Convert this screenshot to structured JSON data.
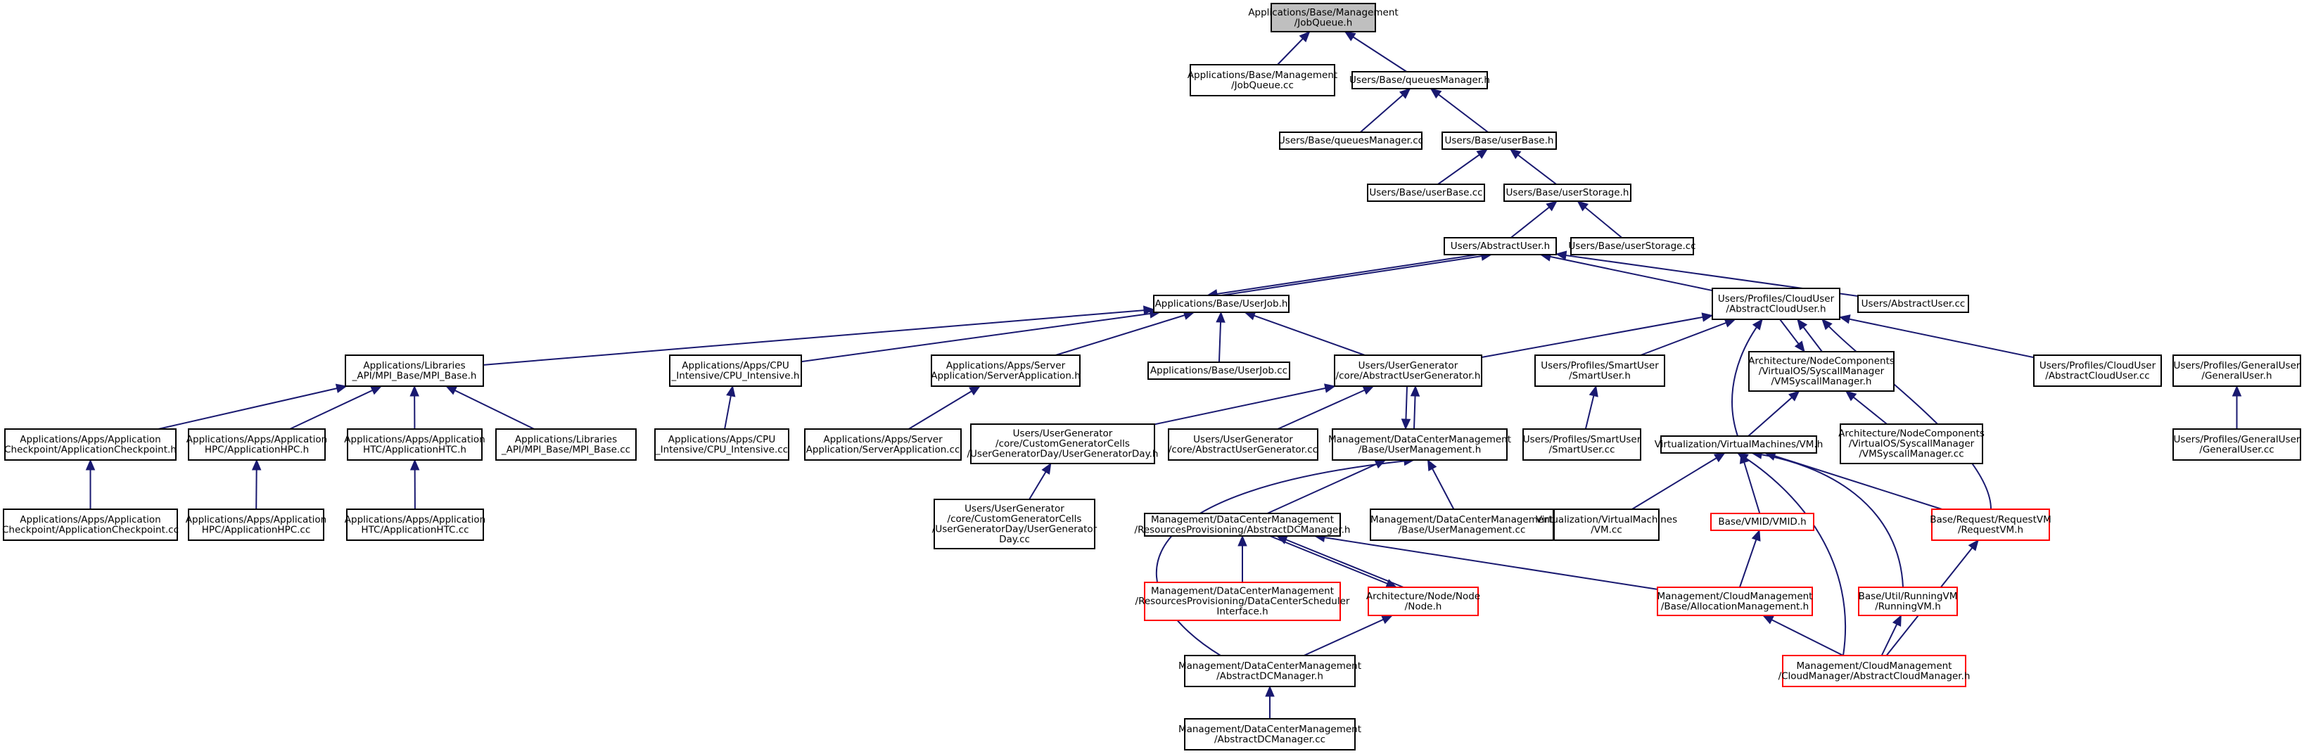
{
  "title": "",
  "nodes": [
    {
      "id": "n0",
      "lines": [
        "Applications/Base/Management",
        "/JobQueue.h"
      ],
      "style": "root"
    },
    {
      "id": "n1",
      "lines": [
        "Applications/Base/Management",
        "/JobQueue.cc"
      ],
      "style": "normal"
    },
    {
      "id": "n2",
      "lines": [
        "Users/Base/queuesManager.h"
      ],
      "style": "normal"
    },
    {
      "id": "n3",
      "lines": [
        "Users/Base/queuesManager.cc"
      ],
      "style": "normal"
    },
    {
      "id": "n4",
      "lines": [
        "Users/Base/userBase.h"
      ],
      "style": "normal"
    },
    {
      "id": "n5",
      "lines": [
        "Users/Base/userBase.cc"
      ],
      "style": "normal"
    },
    {
      "id": "n6",
      "lines": [
        "Users/Base/userStorage.h"
      ],
      "style": "normal"
    },
    {
      "id": "n7",
      "lines": [
        "Users/AbstractUser.h"
      ],
      "style": "normal"
    },
    {
      "id": "n8",
      "lines": [
        "Users/Base/userStorage.cc"
      ],
      "style": "normal"
    },
    {
      "id": "n9",
      "lines": [
        "Applications/Base/UserJob.h"
      ],
      "style": "normal"
    },
    {
      "id": "n10",
      "lines": [
        "Users/Profiles/CloudUser",
        "/AbstractCloudUser.h"
      ],
      "style": "normal"
    },
    {
      "id": "n11",
      "lines": [
        "Users/AbstractUser.cc"
      ],
      "style": "normal"
    },
    {
      "id": "n12",
      "lines": [
        "Applications/Libraries",
        "_API/MPI_Base/MPI_Base.h"
      ],
      "style": "normal"
    },
    {
      "id": "n13",
      "lines": [
        "Applications/Apps/CPU",
        "_Intensive/CPU_Intensive.h"
      ],
      "style": "normal"
    },
    {
      "id": "n14",
      "lines": [
        "Applications/Apps/Server",
        "Application/ServerApplication.h"
      ],
      "style": "normal"
    },
    {
      "id": "n15",
      "lines": [
        "Applications/Base/UserJob.cc"
      ],
      "style": "normal"
    },
    {
      "id": "n16",
      "lines": [
        "Users/UserGenerator",
        "/core/AbstractUserGenerator.h"
      ],
      "style": "normal"
    },
    {
      "id": "n17",
      "lines": [
        "Users/Profiles/SmartUser",
        "/SmartUser.h"
      ],
      "style": "normal"
    },
    {
      "id": "n18",
      "lines": [
        "Architecture/NodeComponents",
        "/VirtualOS/SyscallManager",
        "/VMSyscallManager.h"
      ],
      "style": "normal"
    },
    {
      "id": "n19",
      "lines": [
        "Users/Profiles/CloudUser",
        "/AbstractCloudUser.cc"
      ],
      "style": "normal"
    },
    {
      "id": "n20",
      "lines": [
        "Users/Profiles/GeneralUser",
        "/GeneralUser.h"
      ],
      "style": "normal"
    },
    {
      "id": "n21",
      "lines": [
        "Applications/Apps/Application",
        "Checkpoint/ApplicationCheckpoint.h"
      ],
      "style": "normal"
    },
    {
      "id": "n22",
      "lines": [
        "Applications/Apps/Application",
        "HPC/ApplicationHPC.h"
      ],
      "style": "normal"
    },
    {
      "id": "n23",
      "lines": [
        "Applications/Apps/Application",
        "HTC/ApplicationHTC.h"
      ],
      "style": "normal"
    },
    {
      "id": "n24",
      "lines": [
        "Applications/Libraries",
        "_API/MPI_Base/MPI_Base.cc"
      ],
      "style": "normal"
    },
    {
      "id": "n25",
      "lines": [
        "Applications/Apps/CPU",
        "_Intensive/CPU_Intensive.cc"
      ],
      "style": "normal"
    },
    {
      "id": "n26",
      "lines": [
        "Applications/Apps/Server",
        "Application/ServerApplication.cc"
      ],
      "style": "normal"
    },
    {
      "id": "n27",
      "lines": [
        "Users/UserGenerator",
        "/core/CustomGeneratorCells",
        "/UserGeneratorDay/UserGeneratorDay.h"
      ],
      "style": "normal"
    },
    {
      "id": "n28",
      "lines": [
        "Users/UserGenerator",
        "/core/AbstractUserGenerator.cc"
      ],
      "style": "normal"
    },
    {
      "id": "n29",
      "lines": [
        "Management/DataCenterManagement",
        "/Base/UserManagement.h"
      ],
      "style": "normal"
    },
    {
      "id": "n30",
      "lines": [
        "Users/Profiles/SmartUser",
        "/SmartUser.cc"
      ],
      "style": "normal"
    },
    {
      "id": "n31",
      "lines": [
        "Virtualization/VirtualMachines/VM.h"
      ],
      "style": "normal"
    },
    {
      "id": "n32",
      "lines": [
        "Architecture/NodeComponents",
        "/VirtualOS/SyscallManager",
        "/VMSyscallManager.cc"
      ],
      "style": "normal"
    },
    {
      "id": "n33",
      "lines": [
        "Users/Profiles/GeneralUser",
        "/GeneralUser.cc"
      ],
      "style": "normal"
    },
    {
      "id": "n34",
      "lines": [
        "Applications/Apps/Application",
        "Checkpoint/ApplicationCheckpoint.cc"
      ],
      "style": "normal"
    },
    {
      "id": "n35",
      "lines": [
        "Applications/Apps/Application",
        "HPC/ApplicationHPC.cc"
      ],
      "style": "normal"
    },
    {
      "id": "n36",
      "lines": [
        "Applications/Apps/Application",
        "HTC/ApplicationHTC.cc"
      ],
      "style": "normal"
    },
    {
      "id": "n37",
      "lines": [
        "Users/UserGenerator",
        "/core/CustomGeneratorCells",
        "/UserGeneratorDay/UserGenerator",
        "Day.cc"
      ],
      "style": "normal"
    },
    {
      "id": "n38",
      "lines": [
        "Management/DataCenterManagement",
        "/ResourcesProvisioning/AbstractDCManager.h"
      ],
      "style": "normal"
    },
    {
      "id": "n39",
      "lines": [
        "Management/DataCenterManagement",
        "/Base/UserManagement.cc"
      ],
      "style": "normal"
    },
    {
      "id": "n40",
      "lines": [
        "Virtualization/VirtualMachines",
        "/VM.cc"
      ],
      "style": "normal"
    },
    {
      "id": "n41",
      "lines": [
        "Base/VMID/VMID.h"
      ],
      "style": "red"
    },
    {
      "id": "n42",
      "lines": [
        "Base/Request/RequestVM",
        "/RequestVM.h"
      ],
      "style": "red"
    },
    {
      "id": "n43",
      "lines": [
        "Management/DataCenterManagement",
        "/ResourcesProvisioning/DataCenterScheduler",
        "Interface.h"
      ],
      "style": "red"
    },
    {
      "id": "n44",
      "lines": [
        "Architecture/Node/Node",
        "/Node.h"
      ],
      "style": "red"
    },
    {
      "id": "n45",
      "lines": [
        "Management/CloudManagement",
        "/Base/AllocationManagement.h"
      ],
      "style": "red"
    },
    {
      "id": "n46",
      "lines": [
        "Base/Util/RunningVM",
        "/RunningVM.h"
      ],
      "style": "red"
    },
    {
      "id": "n47",
      "lines": [
        "Management/DataCenterManagement",
        "/AbstractDCManager.h"
      ],
      "style": "normal"
    },
    {
      "id": "n48",
      "lines": [
        "Management/CloudManagement",
        "/CloudManager/AbstractCloudManager.h"
      ],
      "style": "red"
    },
    {
      "id": "n49",
      "lines": [
        "Management/DataCenterManagement",
        "/AbstractDCManager.cc"
      ],
      "style": "normal"
    }
  ],
  "edges": [
    [
      "n1",
      "n0"
    ],
    [
      "n2",
      "n0"
    ],
    [
      "n3",
      "n2"
    ],
    [
      "n4",
      "n2"
    ],
    [
      "n5",
      "n4"
    ],
    [
      "n6",
      "n4"
    ],
    [
      "n7",
      "n6"
    ],
    [
      "n8",
      "n6"
    ],
    [
      "n9",
      "n7"
    ],
    [
      "n10",
      "n7"
    ],
    [
      "n11",
      "n7"
    ],
    [
      "n7",
      "n9"
    ],
    [
      "n12",
      "n9"
    ],
    [
      "n13",
      "n9"
    ],
    [
      "n14",
      "n9"
    ],
    [
      "n15",
      "n9"
    ],
    [
      "n16",
      "n9"
    ],
    [
      "n16",
      "n10"
    ],
    [
      "n17",
      "n10"
    ],
    [
      "n18",
      "n10"
    ],
    [
      "n19",
      "n10"
    ],
    [
      "n31",
      "n10"
    ],
    [
      "n42",
      "n10"
    ],
    [
      "n10",
      "n18"
    ],
    [
      "n33",
      "n20"
    ],
    [
      "n21",
      "n12"
    ],
    [
      "n22",
      "n12"
    ],
    [
      "n23",
      "n12"
    ],
    [
      "n24",
      "n12"
    ],
    [
      "n25",
      "n13"
    ],
    [
      "n26",
      "n14"
    ],
    [
      "n27",
      "n16"
    ],
    [
      "n28",
      "n16"
    ],
    [
      "n29",
      "n16"
    ],
    [
      "n16",
      "n29"
    ],
    [
      "n37",
      "n27"
    ],
    [
      "n30",
      "n17"
    ],
    [
      "n31",
      "n18"
    ],
    [
      "n32",
      "n18"
    ],
    [
      "n34",
      "n21"
    ],
    [
      "n35",
      "n22"
    ],
    [
      "n36",
      "n23"
    ],
    [
      "n38",
      "n29"
    ],
    [
      "n39",
      "n29"
    ],
    [
      "n47",
      "n29"
    ],
    [
      "n40",
      "n31"
    ],
    [
      "n41",
      "n31"
    ],
    [
      "n42",
      "n31"
    ],
    [
      "n46",
      "n31"
    ],
    [
      "n48",
      "n31"
    ],
    [
      "n43",
      "n38"
    ],
    [
      "n44",
      "n38"
    ],
    [
      "n45",
      "n38"
    ],
    [
      "n38",
      "n44"
    ],
    [
      "n47",
      "n44"
    ],
    [
      "n45",
      "n41"
    ],
    [
      "n48",
      "n42"
    ],
    [
      "n48",
      "n46"
    ],
    [
      "n48",
      "n45"
    ],
    [
      "n49",
      "n47"
    ]
  ]
}
